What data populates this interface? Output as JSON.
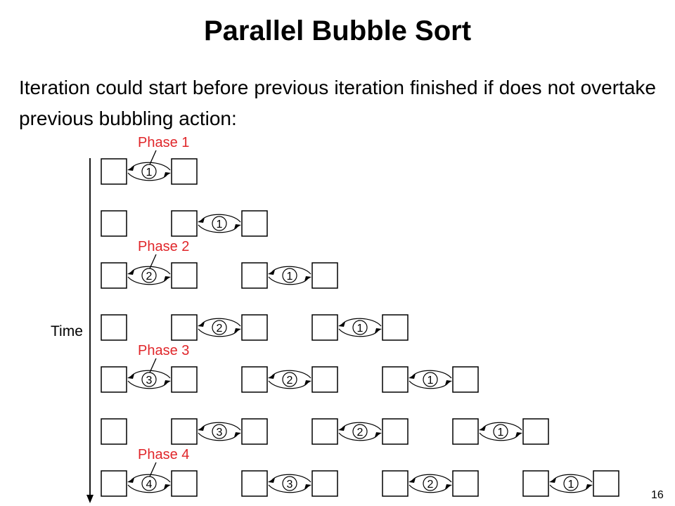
{
  "slide": {
    "title": "Parallel Bubble Sort",
    "body": "Iteration could start before previous iteration finished if does not overtake previous bubbling action:",
    "page_number": "16"
  },
  "diagram": {
    "axis_label": "Time",
    "phases": [
      {
        "label": "Phase 1",
        "row": 0
      },
      {
        "label": "Phase 2",
        "row": 2
      },
      {
        "label": "Phase 3",
        "row": 4
      },
      {
        "label": "Phase 4",
        "row": 6
      }
    ],
    "rows": [
      [
        "1"
      ],
      [
        null,
        "1"
      ],
      [
        "2",
        null,
        "1"
      ],
      [
        null,
        "2",
        null,
        "1"
      ],
      [
        "3",
        null,
        "2",
        null,
        "1"
      ],
      [
        null,
        "3",
        null,
        "2",
        null,
        "1"
      ],
      [
        "4",
        null,
        "3",
        null,
        "2",
        null,
        "1"
      ]
    ]
  }
}
